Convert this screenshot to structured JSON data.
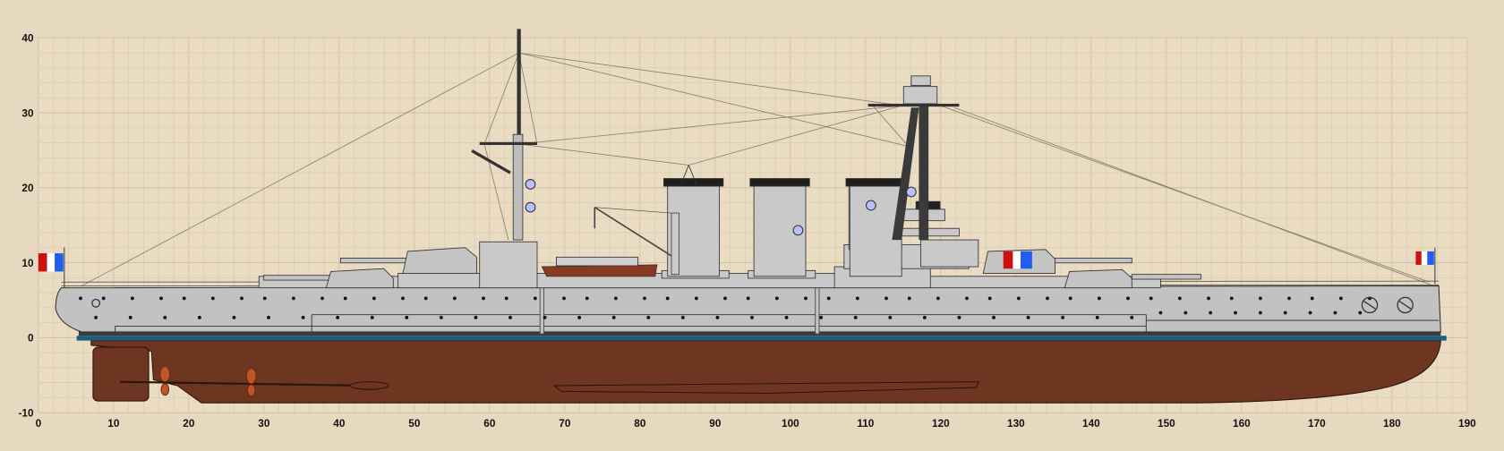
{
  "drawing": {
    "type": "ship-profile",
    "x_axis": {
      "ticks": [
        "0",
        "10",
        "20",
        "30",
        "40",
        "50",
        "60",
        "70",
        "80",
        "90",
        "100",
        "110",
        "120",
        "130",
        "140",
        "150",
        "160",
        "170",
        "180",
        "190"
      ],
      "range": [
        0,
        190
      ]
    },
    "y_axis": {
      "ticks": [
        "40",
        "30",
        "20",
        "10",
        "0",
        "-10"
      ],
      "range": [
        -10,
        40
      ]
    },
    "grid": true
  },
  "colors": {
    "background": "#e7d9c0",
    "grid_minor": "#d9c8aa",
    "grid_major": "#c7b391",
    "hull_grey": "#c2c2c2",
    "underwater_hull": "#6e3621",
    "waterline": "#1f5b82",
    "mast": "#3a3a3a",
    "flag_blue": "#1f5ef0",
    "flag_white": "#ffffff",
    "flag_red": "#cc1111"
  }
}
